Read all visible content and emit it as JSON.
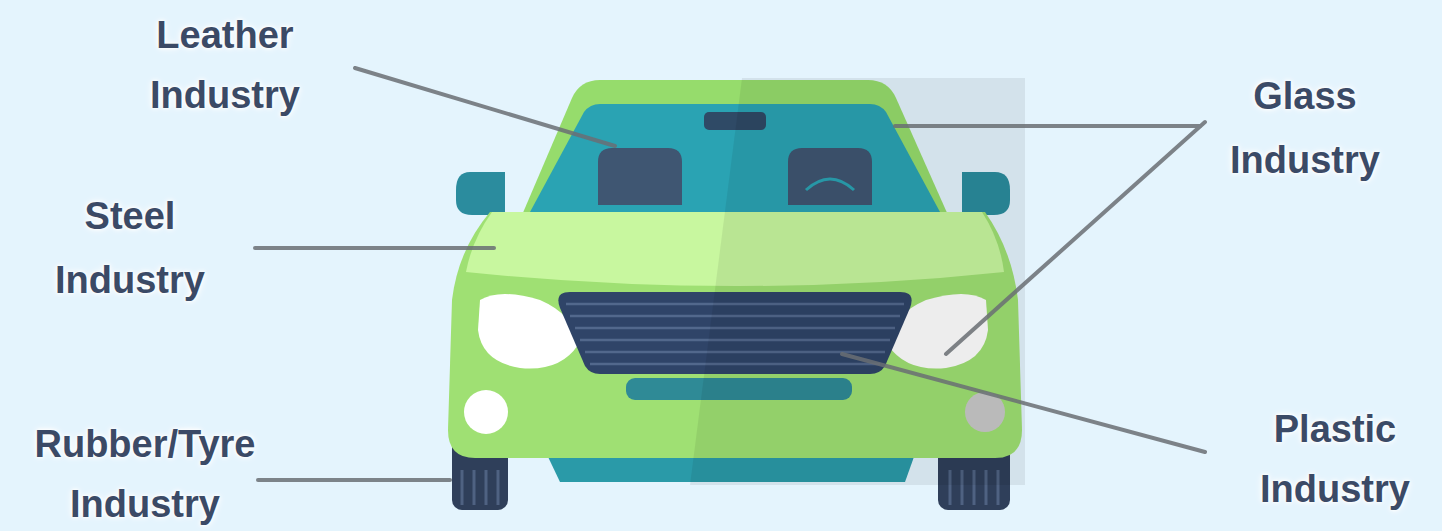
{
  "diagram": {
    "labels": [
      "Leather Industry",
      "Steel Industry",
      "Rubber/Tyre Industry",
      "Glass Industry",
      "Plastic Industry"
    ]
  }
}
